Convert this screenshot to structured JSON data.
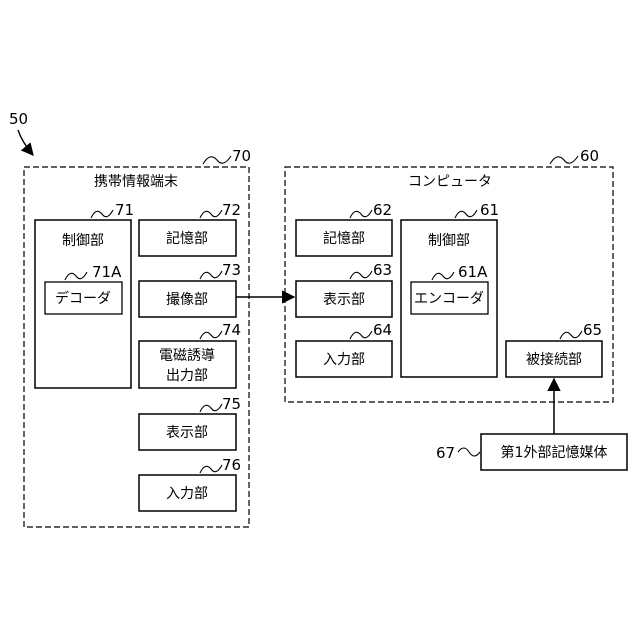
{
  "figure": {
    "label_50": "50",
    "terminal": {
      "ref": "70",
      "title": "携帯情報端末"
    },
    "computer": {
      "ref": "60",
      "title": "コンピュータ"
    },
    "t_control": {
      "ref": "71",
      "label": "制御部"
    },
    "t_decoder": {
      "ref": "71A",
      "label": "デコーダ"
    },
    "t_storage": {
      "ref": "72",
      "label": "記憶部"
    },
    "t_camera": {
      "ref": "73",
      "label": "撮像部"
    },
    "t_em_output": {
      "ref": "74",
      "label_line1": "電磁誘導",
      "label_line2": "出力部"
    },
    "t_display": {
      "ref": "75",
      "label": "表示部"
    },
    "t_input": {
      "ref": "76",
      "label": "入力部"
    },
    "c_storage": {
      "ref": "62",
      "label": "記憶部"
    },
    "c_display": {
      "ref": "63",
      "label": "表示部"
    },
    "c_input": {
      "ref": "64",
      "label": "入力部"
    },
    "c_control": {
      "ref": "61",
      "label": "制御部"
    },
    "c_encoder": {
      "ref": "61A",
      "label": "エンコーダ"
    },
    "c_connected": {
      "ref": "65",
      "label": "被接続部"
    },
    "external_media": {
      "ref": "67",
      "label": "第1外部記憶媒体"
    }
  }
}
